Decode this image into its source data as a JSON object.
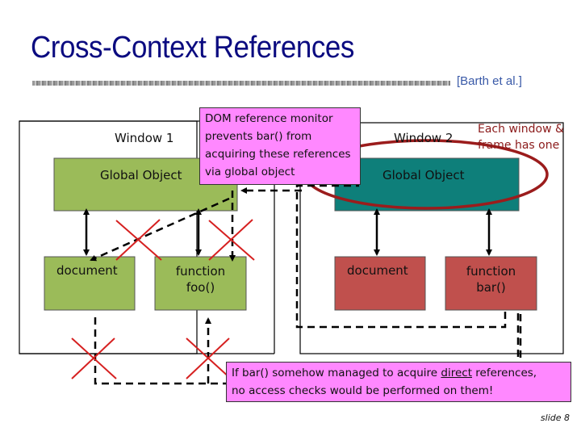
{
  "slide": {
    "title": "Cross-Context References",
    "citation": "[Barth et al.]",
    "slide_number": "slide 8"
  },
  "window1": {
    "label": "Window 1",
    "global_object": "Global Object",
    "document": "document",
    "function_line1": "function",
    "function_line2": "foo()",
    "color": "#9bbb59"
  },
  "window2": {
    "label": "Window 2",
    "global_object": "Global Object",
    "document": "document",
    "function_line1": "function",
    "function_line2": "bar()",
    "global_color": "#0e7f7a",
    "child_color": "#c0504d"
  },
  "annotations": {
    "monitor_note": {
      "lines": [
        "DOM reference monitor",
        "prevents bar() from",
        "acquiring these references",
        "via global object"
      ]
    },
    "each_window": {
      "lines": [
        "Each window &",
        "frame has one"
      ],
      "color": "#8b1a1a"
    },
    "direct_refs_note": {
      "line1_before": "If bar() somehow managed to acquire ",
      "line1_underlined": "direct",
      "line1_after": " references,",
      "line2": "no access checks would be performed on them!"
    },
    "note_color": "#ff88ff",
    "cross_color": "#d62020"
  }
}
